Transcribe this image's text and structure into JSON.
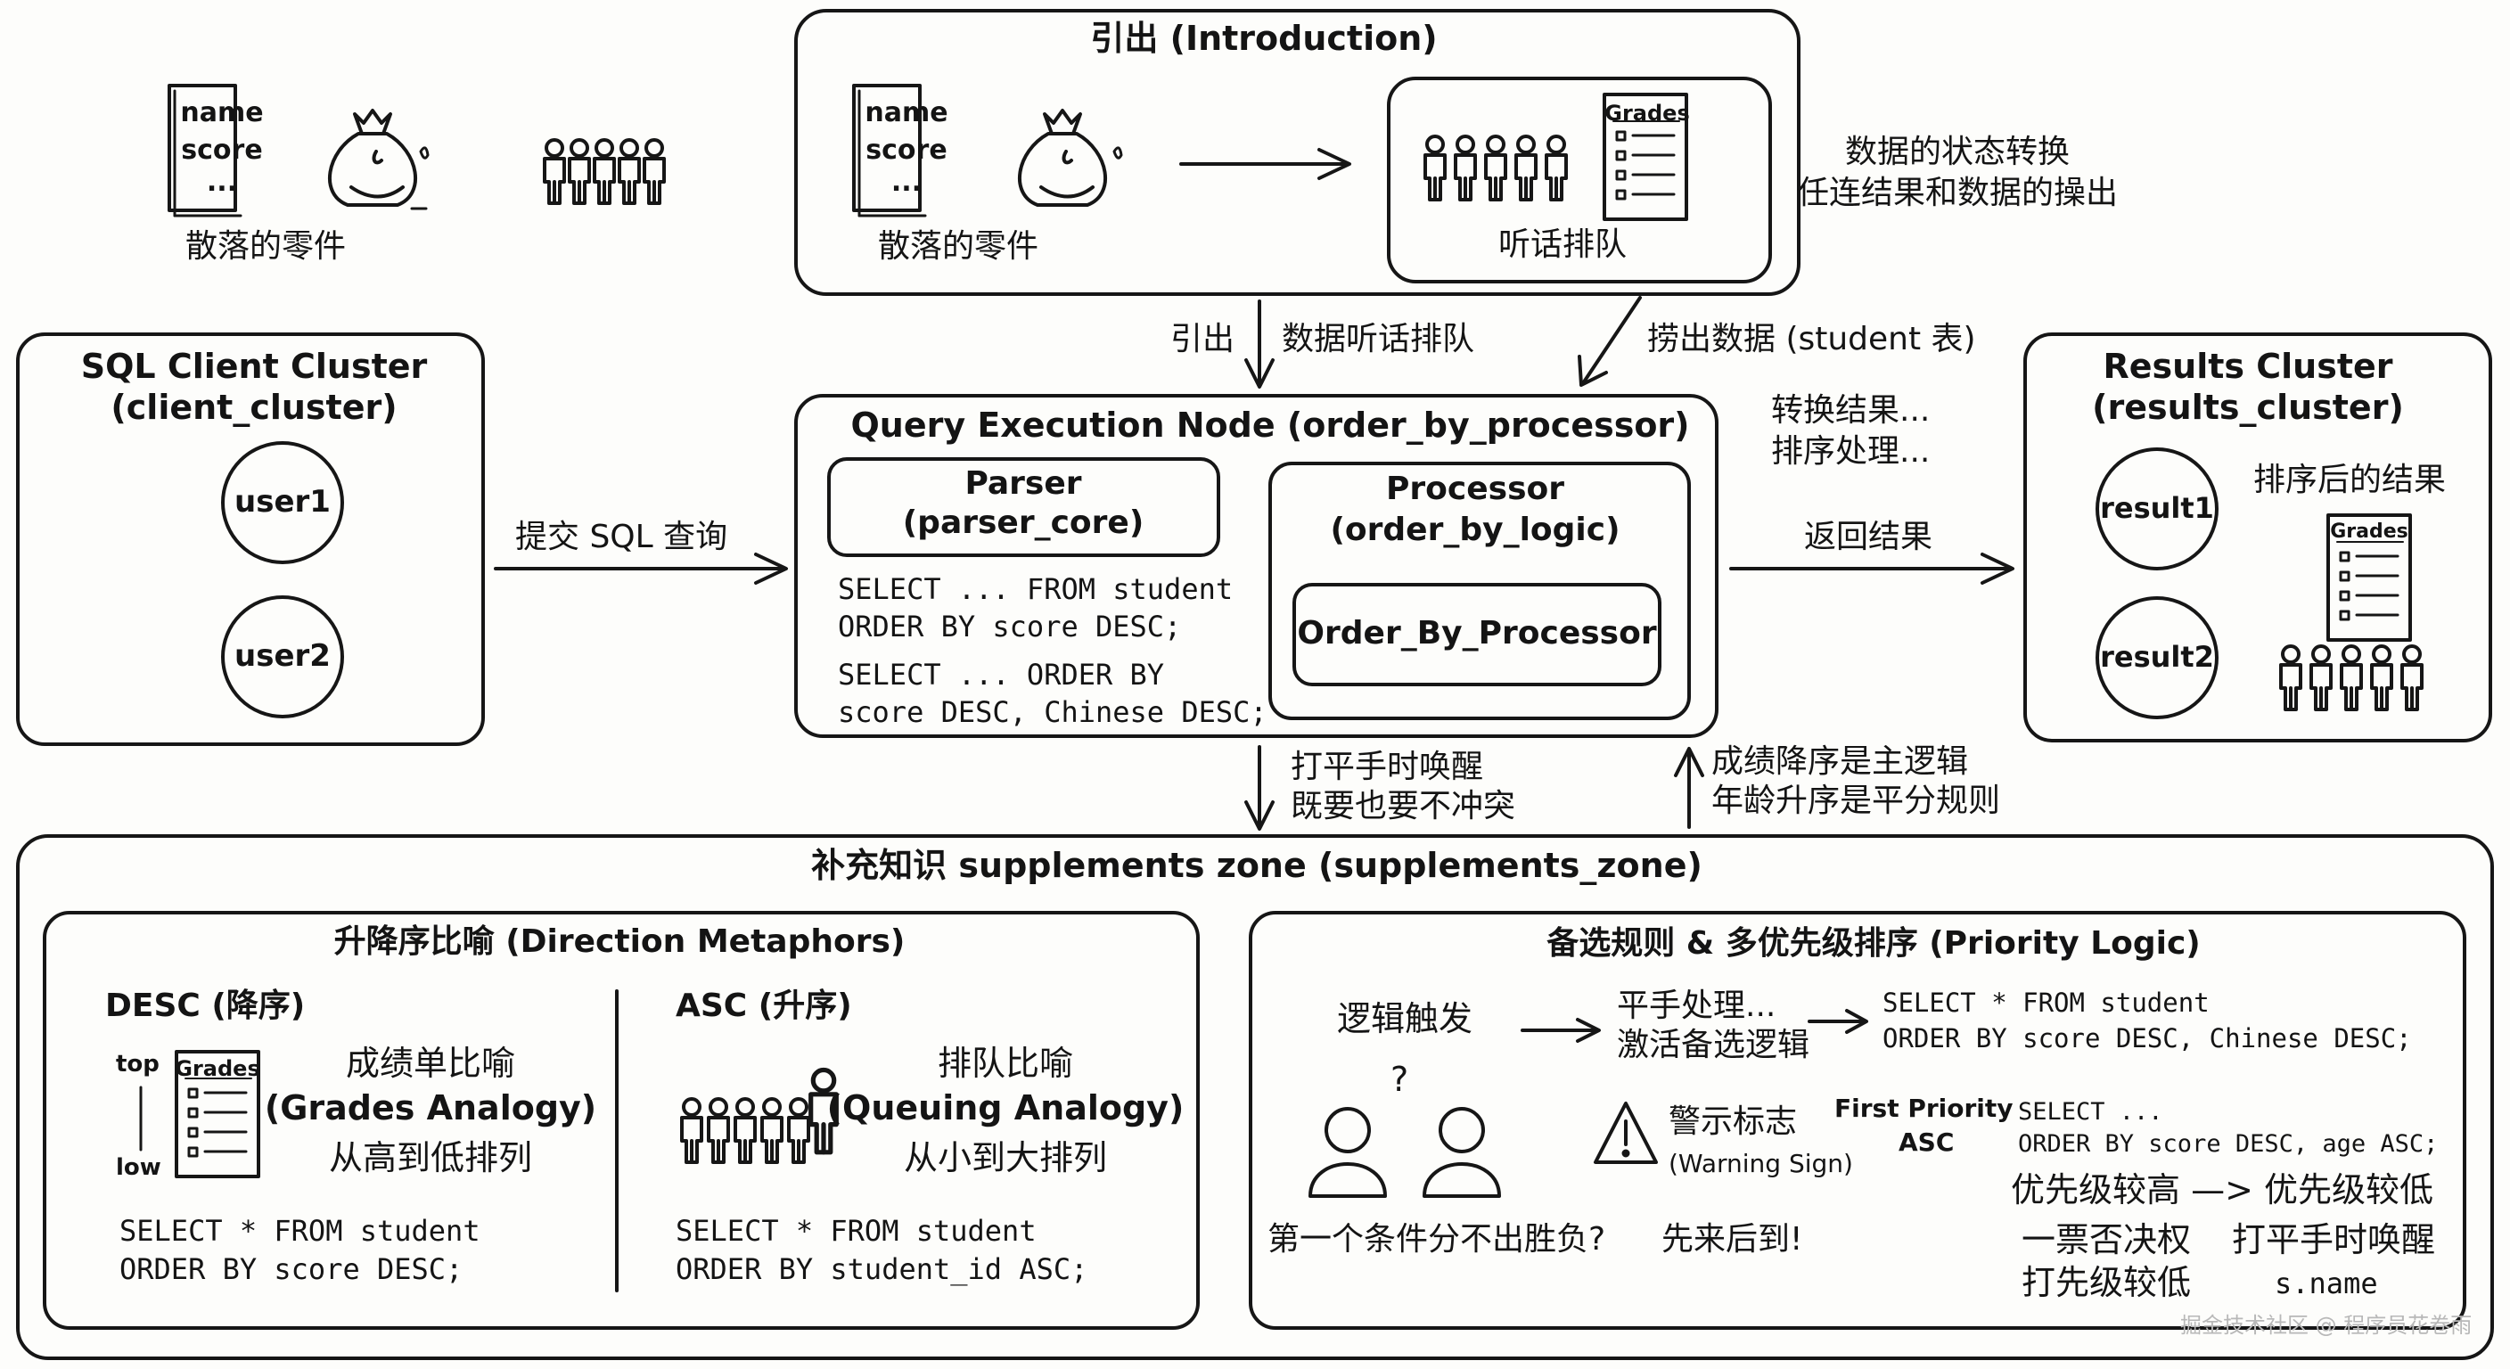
{
  "intro": {
    "title": "引出 (Introduction)",
    "paper_name": "name",
    "paper_score": "score",
    "paper_dots": "...",
    "scattered": "散落的零件",
    "queue": "听话排队",
    "grades": "Grades",
    "transform_line1": "数据的状态转换",
    "transform_line2": "任连结果和数据的操出"
  },
  "left_top": {
    "paper_name": "name",
    "paper_score": "score",
    "paper_dots": "...",
    "scattered": "散落的零件"
  },
  "flows": {
    "intro_out_a": "引出",
    "intro_out_b": "数据听话排队",
    "fish_data": "捞出数据 (student 表)",
    "submit": "提交 SQL 查询",
    "convert1": "转换结果...",
    "convert2": "排序处理...",
    "return": "返回结果",
    "down1": "打平手时唤醒",
    "down2": "既要也要不冲突",
    "up1": "成绩降序是主逻辑",
    "up2": "年龄升序是平分规则"
  },
  "client": {
    "title1": "SQL Client Cluster",
    "title2": "(client_cluster)",
    "user1": "user1",
    "user2": "user2"
  },
  "query": {
    "title": "Query Execution Node (order_by_processor)",
    "parser1": "Parser",
    "parser2": "(parser_core)",
    "code": [
      "SELECT ... FROM student",
      "ORDER BY score DESC;",
      "SELECT ... ORDER BY",
      "score DESC, Chinese DESC;"
    ],
    "processor1": "Processor",
    "processor2": "(order_by_logic)",
    "inner": "Order_By_Processor"
  },
  "results": {
    "title1": "Results Cluster",
    "title2": "(results_cluster)",
    "result1": "result1",
    "result2": "result2",
    "sorted": "排序后的结果",
    "grades": "Grades"
  },
  "supplements": {
    "title": "补充知识 supplements zone (supplements_zone)",
    "direction": {
      "title": "升降序比喻 (Direction Metaphors)",
      "desc_title": "DESC (降序)",
      "top": "top",
      "low": "low",
      "grades": "Grades",
      "grades_a": "成绩单比喻",
      "grades_b": "(Grades Analogy)",
      "grades_c": "从高到低排列",
      "desc_code": [
        "SELECT * FROM student",
        "ORDER BY score DESC;"
      ],
      "asc_title": "ASC (升序)",
      "queue_a": "排队比喻",
      "queue_b": "(Queuing Analogy)",
      "queue_c": "从小到大排列",
      "asc_code": [
        "SELECT * FROM student",
        "ORDER BY student_id ASC;"
      ]
    },
    "priority": {
      "title": "备选规则 & 多优先级排序 (Priority Logic)",
      "trigger": "逻辑触发",
      "tie1": "平手处理...",
      "tie2": "激活备选逻辑",
      "code1": [
        "SELECT * FROM student",
        "ORDER BY score DESC, Chinese DESC;"
      ],
      "question": "?",
      "warning1": "警示标志",
      "warning2": "(Warning Sign)",
      "first_priority": "First Priority",
      "asc": "ASC",
      "code2": [
        "SELECT ...",
        "ORDER BY score DESC, age ASC;"
      ],
      "high_low": "优先级较高 —> 优先级较低",
      "veto": "一票否决权",
      "wake": "打平手时唤醒",
      "fight": "打先级较低",
      "sname": "s.name",
      "no_winner": "第一个条件分不出胜负?",
      "first_come": "先来后到!"
    }
  },
  "watermark": "掘金技术社区 @ 程序员花卷雨"
}
